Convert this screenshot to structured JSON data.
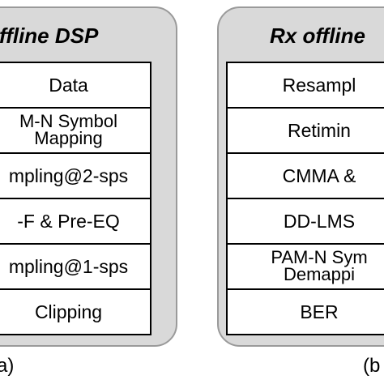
{
  "panel_a": {
    "title": "ffline DSP",
    "blocks": [
      {
        "lines": [
          "Data"
        ]
      },
      {
        "lines": [
          "M-N Symbol",
          "Mapping"
        ]
      },
      {
        "lines": [
          "mpling@2-sps"
        ]
      },
      {
        "lines": [
          "-F & Pre-EQ"
        ]
      },
      {
        "lines": [
          "mpling@1-sps"
        ]
      },
      {
        "lines": [
          "Clipping"
        ]
      }
    ],
    "caption": "a)"
  },
  "panel_b": {
    "title": "Rx offline",
    "blocks": [
      {
        "lines": [
          "Resampl"
        ]
      },
      {
        "lines": [
          "Retimin"
        ]
      },
      {
        "lines": [
          "CMMA &"
        ]
      },
      {
        "lines": [
          "DD-LMS"
        ]
      },
      {
        "lines": [
          "PAM-N Sym",
          "Demappi"
        ]
      },
      {
        "lines": [
          "BER"
        ]
      }
    ],
    "caption": "(b"
  },
  "colors": {
    "panel_fill": "#d9d9d9",
    "panel_border": "#9a9a9a",
    "block_fill": "#ffffff",
    "text": "#000000"
  }
}
